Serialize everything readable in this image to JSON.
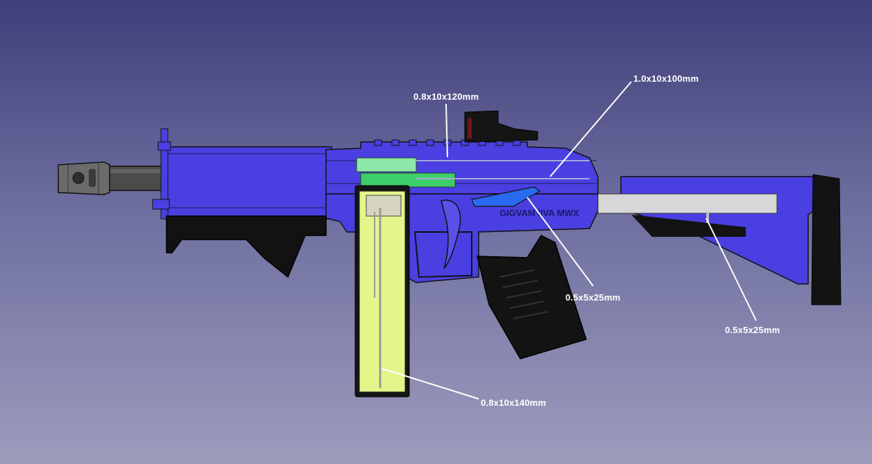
{
  "viewer": {
    "background_top": "#3f3f7a",
    "background_bottom": "#9c9cbc"
  },
  "model": {
    "receiver_color": "#4a3fe0",
    "furniture_color": "#111111",
    "spring_guide_color": "#8ee6a8",
    "magazine_color": "#e4f58a",
    "trigger_color": "#5a50e8",
    "engraving": "GIGVAM IIVA MWX"
  },
  "callouts": [
    {
      "id": "spring-top",
      "label": "0.8x10x120mm"
    },
    {
      "id": "spring-main",
      "label": "1.0x10x100mm"
    },
    {
      "id": "spring-trigger",
      "label": "0.5x5x25mm"
    },
    {
      "id": "spring-stock",
      "label": "0.5x5x25mm"
    },
    {
      "id": "spring-magazine",
      "label": "0.8x10x140mm"
    }
  ]
}
